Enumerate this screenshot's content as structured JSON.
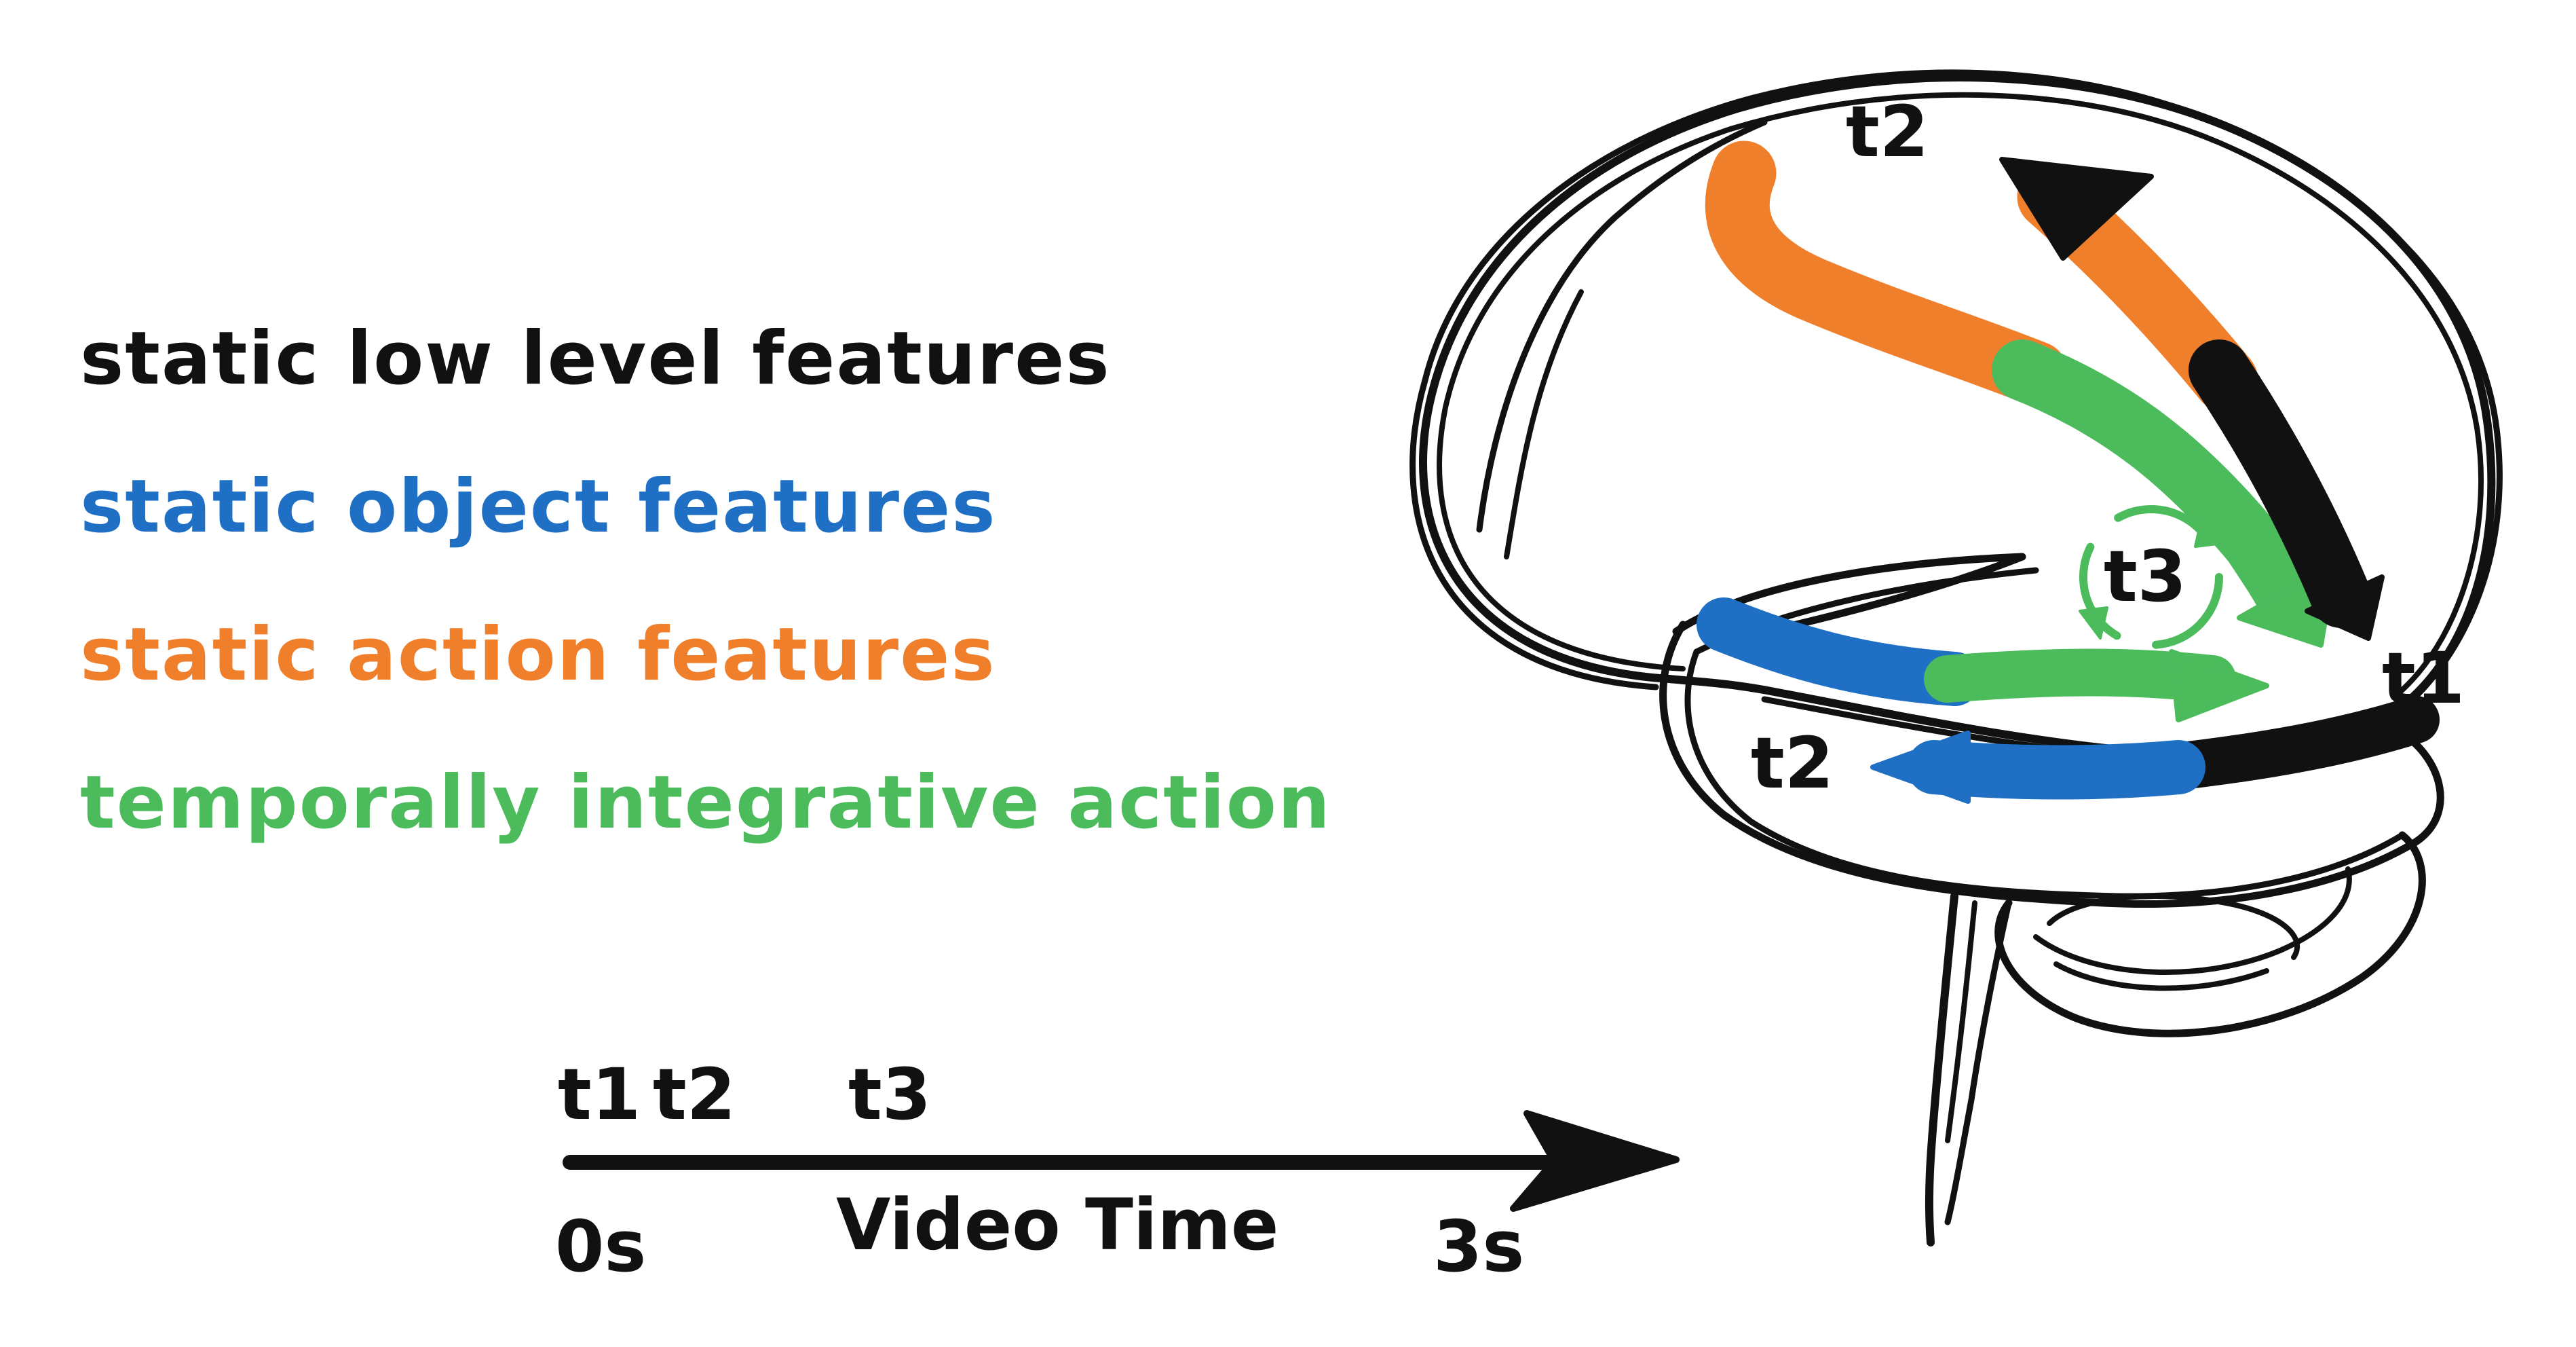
{
  "legend": {
    "items": [
      {
        "label": "static low level features",
        "color": "#111111"
      },
      {
        "label": "static object features",
        "color": "#1f6fc4"
      },
      {
        "label": "static action features",
        "color": "#f07f2c"
      },
      {
        "label": "temporally integrative action",
        "color": "#4cbb5c"
      }
    ]
  },
  "timeline": {
    "marker_t1": "t1",
    "marker_t2": "t2",
    "marker_t3": "t3",
    "start": "0s",
    "end": "3s",
    "axis_label": "Video Time"
  },
  "brain": {
    "label_top_t2": "t2",
    "label_t3": "t3",
    "label_t1": "t1",
    "label_bottom_t2": "t2"
  },
  "colors": {
    "black": "#111111",
    "blue": "#1f6fc4",
    "orange": "#f07f2c",
    "green": "#4cbb5c"
  }
}
